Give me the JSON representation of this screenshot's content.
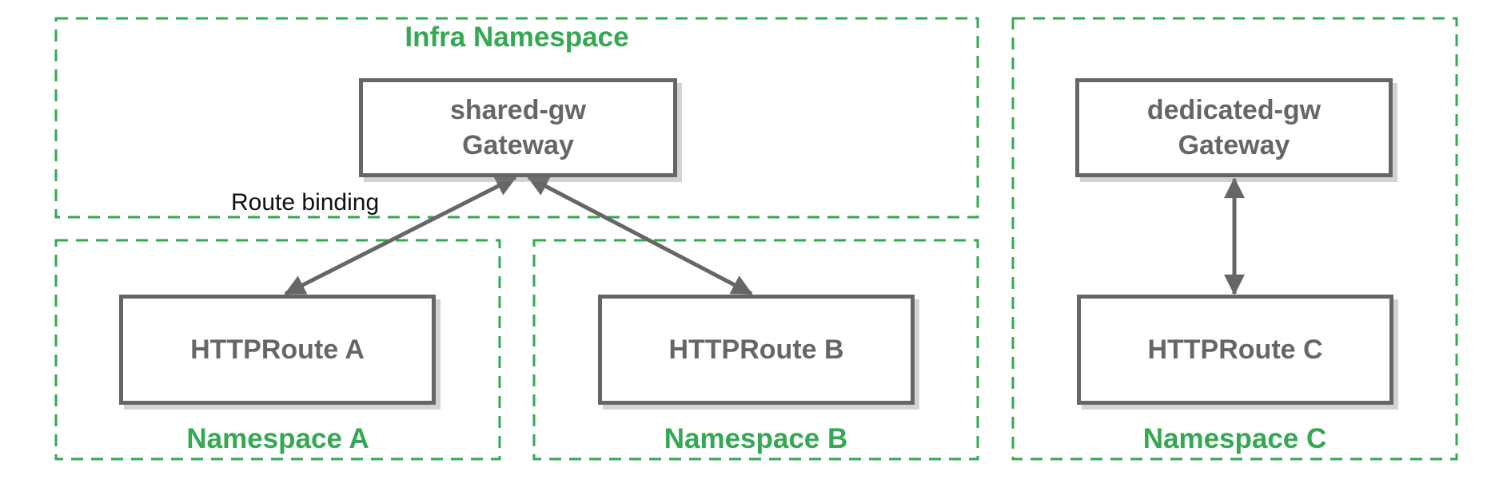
{
  "colors": {
    "green": "#34A853",
    "gray": "#666666",
    "ink": "#111111"
  },
  "infra_namespace": {
    "title": "Infra Namespace",
    "gateway": {
      "name": "shared-gw",
      "kind": "Gateway"
    }
  },
  "namespace_a": {
    "label": "Namespace A",
    "route": "HTTPRoute A"
  },
  "namespace_b": {
    "label": "Namespace B",
    "route": "HTTPRoute B"
  },
  "namespace_c": {
    "label": "Namespace C",
    "gateway": {
      "name": "dedicated-gw",
      "kind": "Gateway"
    },
    "route": "HTTPRoute C"
  },
  "connections": {
    "route_binding_label": "Route binding"
  }
}
